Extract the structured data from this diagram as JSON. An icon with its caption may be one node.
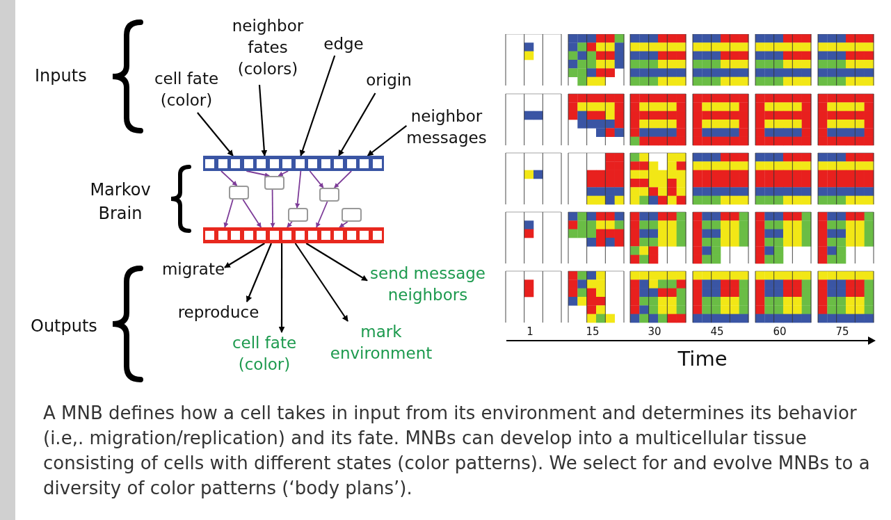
{
  "diagram": {
    "caption": "A MNB defines how a cell takes in input from its environment and determines its behavior (i.e,. migration/replication) and its fate. MNBs can develop into a multicellular tissue consisting of cells with different states (color patterns). We select for and evolve MNBs to a diversity of color patterns (‘body plans’).",
    "nodes": [
      {
        "text": [
          "cell fate (color)"
        ]
      },
      {
        "text": [
          "neighbor fates (colors)"
        ]
      },
      {
        "text": [
          "edge"
        ]
      },
      {
        "text": [
          "origin"
        ]
      },
      {
        "text": [
          "neighbor messages"
        ]
      },
      {
        "text": [],
        "shape": "bar"
      },
      {
        "text": [],
        "shape": "box"
      },
      {
        "text": [],
        "shape": "box"
      },
      {
        "text": [],
        "shape": "box"
      },
      {
        "text": [],
        "shape": "box"
      },
      {
        "text": [],
        "shape": "box"
      },
      {
        "text": [],
        "shape": "bar"
      },
      {
        "text": [
          "migrate"
        ]
      },
      {
        "text": [
          "reproduce"
        ]
      },
      {
        "text": [
          "cell fate (color)"
        ]
      },
      {
        "text": [
          "mark environment"
        ]
      },
      {
        "text": [
          "send message neighbors"
        ]
      }
    ],
    "edges": [
      {
        "from": 0,
        "to": 5,
        "arrow": "to",
        "color": "#000000"
      },
      {
        "from": 1,
        "to": 5,
        "arrow": "to",
        "color": "#000000"
      },
      {
        "from": 2,
        "to": 5,
        "arrow": "to",
        "color": "#000000"
      },
      {
        "from": 3,
        "to": 5,
        "arrow": "to",
        "color": "#000000"
      },
      {
        "from": 4,
        "to": 5,
        "arrow": "to",
        "color": "#000000"
      },
      {
        "from": 5,
        "to": 6,
        "arrow": "to"
      },
      {
        "from": 5,
        "to": 7,
        "arrow": "to"
      },
      {
        "from": 5,
        "to": 7,
        "arrow": "to"
      },
      {
        "from": 5,
        "to": 8,
        "arrow": "to"
      },
      {
        "from": 5,
        "to": 9,
        "arrow": "to"
      },
      {
        "from": 5,
        "to": 9,
        "arrow": "to"
      },
      {
        "from": 6,
        "to": 11,
        "arrow": "to"
      },
      {
        "from": 6,
        "to": 11,
        "arrow": "to"
      },
      {
        "from": 7,
        "to": 11,
        "arrow": "to"
      },
      {
        "from": 8,
        "to": 11,
        "arrow": "to"
      },
      {
        "from": 9,
        "to": 11,
        "arrow": "to"
      },
      {
        "from": 10,
        "to": 11,
        "arrow": "to"
      },
      {
        "from": 11,
        "to": 12,
        "arrow": "to",
        "color": "#000000"
      },
      {
        "from": 11,
        "to": 13,
        "arrow": "to",
        "color": "#000000"
      },
      {
        "from": 11,
        "to": 14,
        "arrow": "to",
        "color": "#000000"
      },
      {
        "from": 11,
        "to": 15,
        "arrow": "to",
        "color": "#000000"
      },
      {
        "from": 11,
        "to": 16,
        "arrow": "to",
        "color": "#000000"
      }
    ],
    "labels": [
      "Inputs",
      "Markov Brain",
      "Outputs",
      "1",
      "15",
      "30",
      "45",
      "60",
      "75",
      "Time"
    ]
  }
}
